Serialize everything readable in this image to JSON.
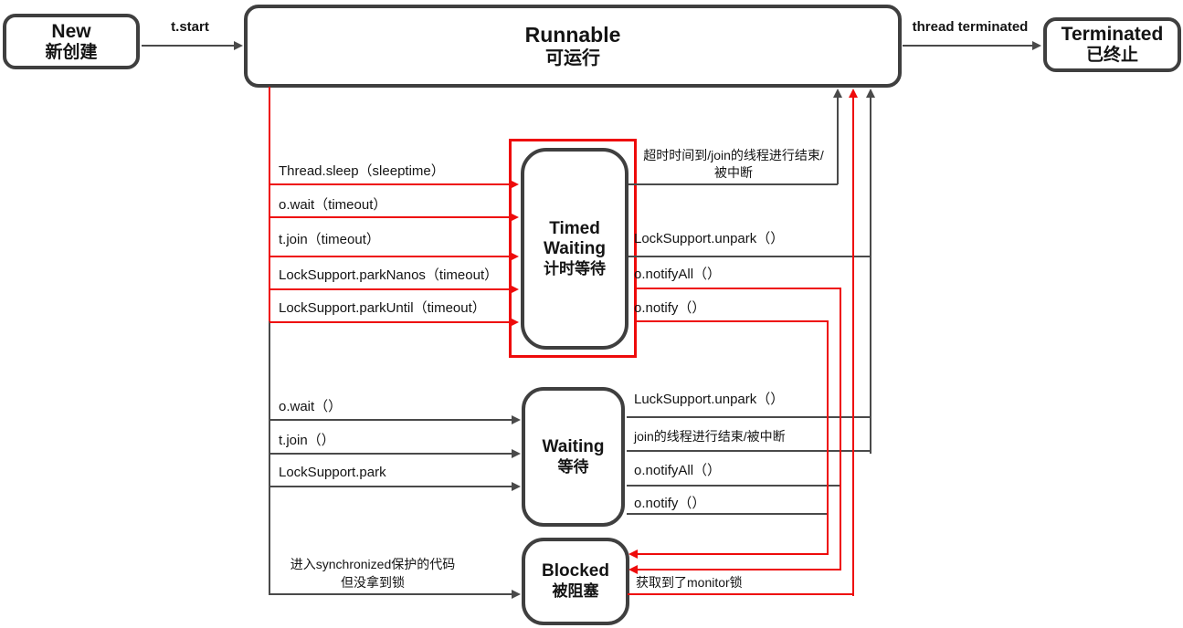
{
  "title": "Java thread state transition diagram",
  "colors": {
    "accent_red": "#ee0b0b",
    "connector_gray": "#4a4a4a",
    "box_border": "#3f3f3f",
    "background": "#ffffff"
  },
  "states": {
    "new": {
      "name": "New",
      "name_zh": "新创建"
    },
    "runnable": {
      "name": "Runnable",
      "name_zh": "可运行"
    },
    "timed_waiting": {
      "name": "Timed Waiting",
      "name_zh": "计时等待"
    },
    "waiting": {
      "name": "Waiting",
      "name_zh": "等待"
    },
    "blocked": {
      "name": "Blocked",
      "name_zh": "被阻塞"
    },
    "terminated": {
      "name": "Terminated",
      "name_zh": "已终止"
    }
  },
  "edges": {
    "t_start": "t.start",
    "thread_terminated": "thread terminated",
    "to_timed": [
      "Thread.sleep（sleeptime）",
      "o.wait（timeout）",
      "t.join（timeout）",
      "LockSupport.parkNanos（timeout）",
      "LockSupport.parkUntil（timeout）"
    ],
    "timed_timeout_l1": "超时时间到/join的线程进行结束/",
    "timed_timeout_l2": "被中断",
    "timed_unpark": "LockSupport.unpark（）",
    "timed_to_blocked": [
      "o.notifyAll（）",
      "o.notify（）"
    ],
    "to_waiting": [
      "o.wait（）",
      "t.join（）",
      "LockSupport.park"
    ],
    "waiting_to_runnable": [
      "LuckSupport.unpark（）",
      "join的线程进行结束/被中断"
    ],
    "waiting_to_blocked": [
      "o.notifyAll（）",
      "o.notify（）"
    ],
    "to_blocked_l1": "进入synchronized保护的代码",
    "to_blocked_l2": "但没拿到锁",
    "blocked_to_runnable": "获取到了monitor锁"
  }
}
